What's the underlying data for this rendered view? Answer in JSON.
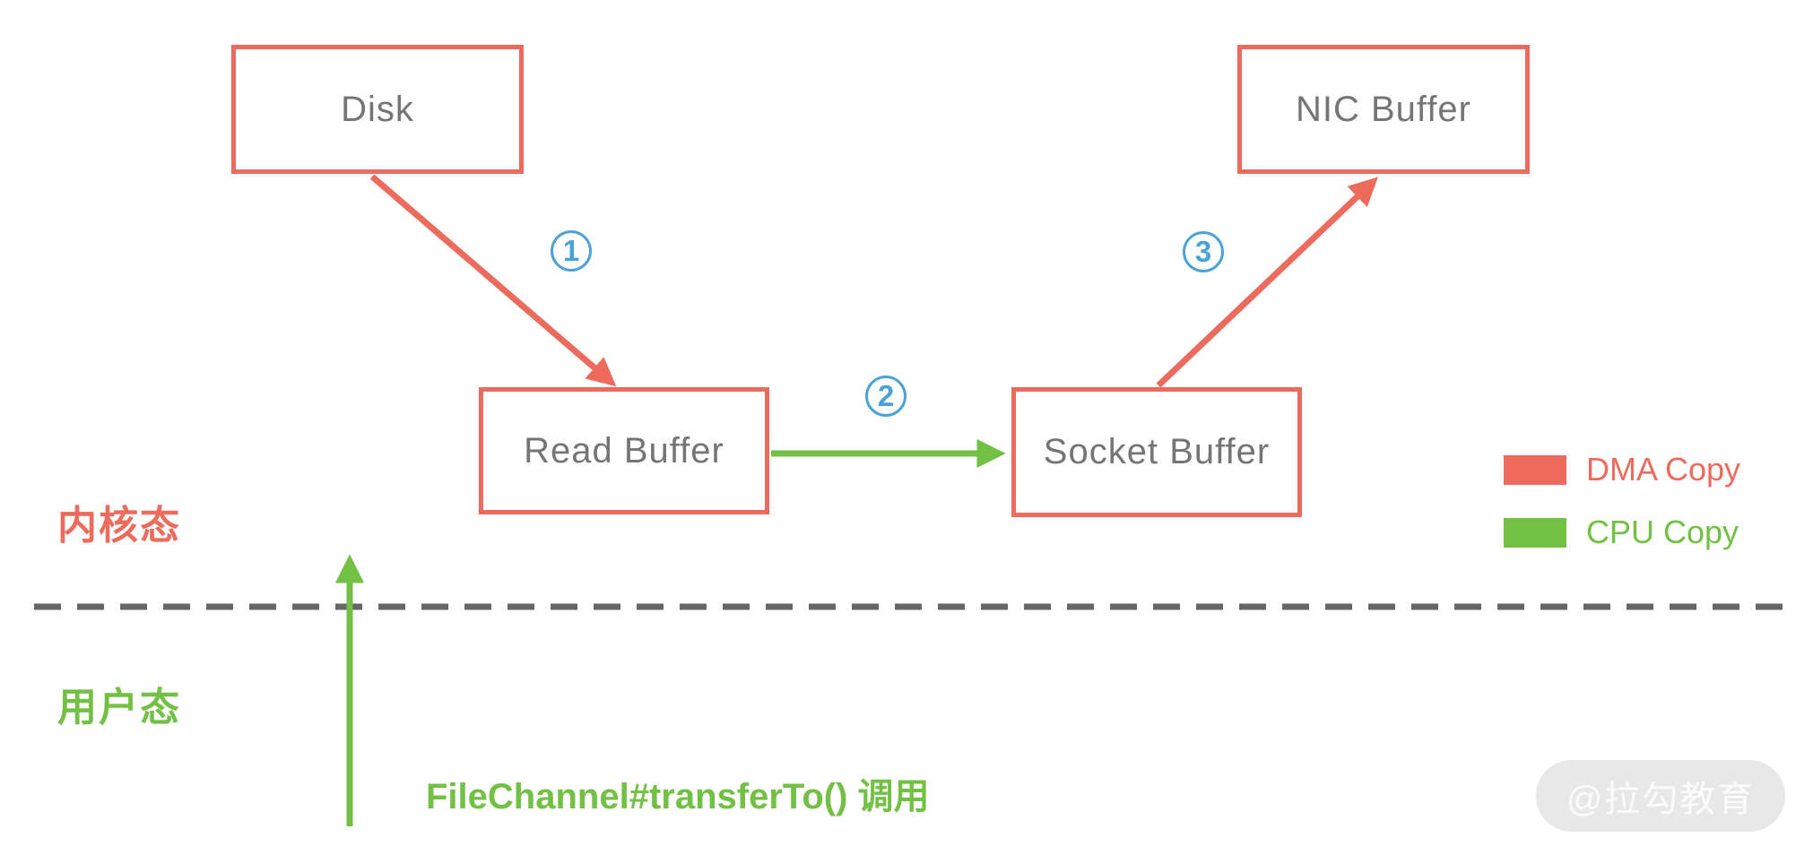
{
  "diagram": {
    "title_implicit": "FileChannel transferTo zero-copy flow",
    "nodes": {
      "disk": {
        "label": "Disk"
      },
      "read_buffer": {
        "label": "Read Buffer"
      },
      "socket_buffer": {
        "label": "Socket Buffer"
      },
      "nic_buffer": {
        "label": "NIC Buffer"
      }
    },
    "steps": {
      "step1": "1",
      "step2": "2",
      "step3": "3"
    },
    "zones": {
      "kernel": "内核态",
      "user": "用户态"
    },
    "call_label": "FileChannel#transferTo() 调用",
    "legend": {
      "items": [
        {
          "label": "DMA Copy",
          "color": "#ec6b5d"
        },
        {
          "label": "CPU Copy",
          "color": "#72c144"
        }
      ]
    },
    "watermark": "@拉勾教育",
    "colors": {
      "dma": "#ec6b5d",
      "cpu": "#72c144",
      "step": "#4aa3d8",
      "node_text": "#757575",
      "divider": "#666666",
      "watermark_bg": "#e8e8e8",
      "watermark_text": "#fbfbfb"
    }
  }
}
